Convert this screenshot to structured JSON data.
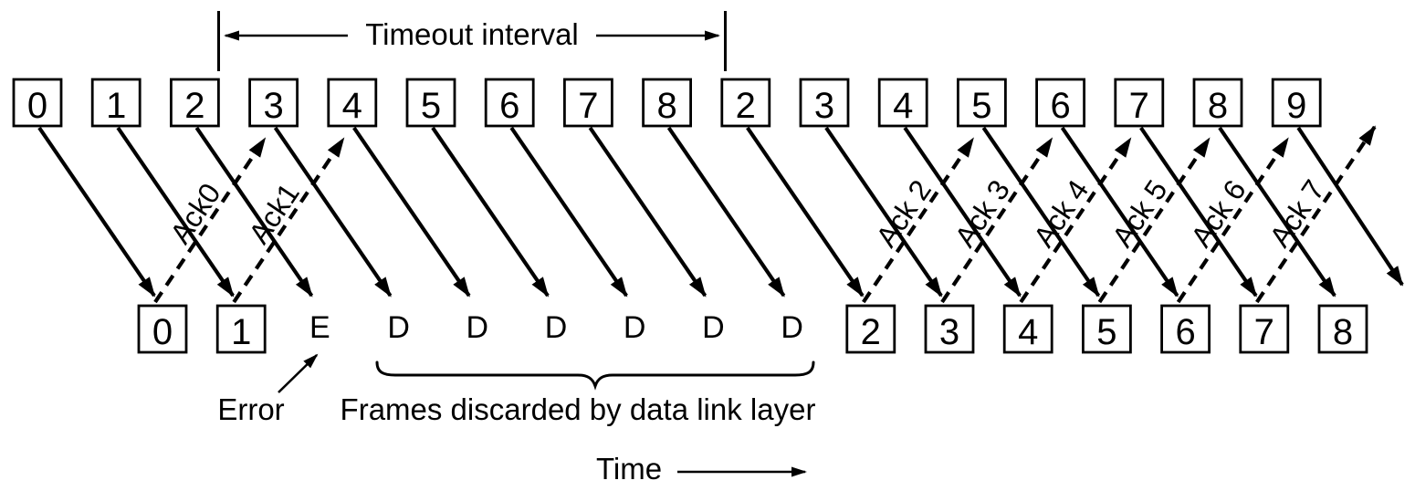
{
  "colors": {
    "ink": "#000000",
    "paper": "#ffffff"
  },
  "timeout": {
    "label": "Timeout interval"
  },
  "sender_frames": [
    {
      "label": "0"
    },
    {
      "label": "1"
    },
    {
      "label": "2"
    },
    {
      "label": "3"
    },
    {
      "label": "4"
    },
    {
      "label": "5"
    },
    {
      "label": "6"
    },
    {
      "label": "7"
    },
    {
      "label": "8"
    },
    {
      "label": "2"
    },
    {
      "label": "3"
    },
    {
      "label": "4"
    },
    {
      "label": "5"
    },
    {
      "label": "6"
    },
    {
      "label": "7"
    },
    {
      "label": "8"
    },
    {
      "label": "9"
    }
  ],
  "receiver_items": [
    {
      "label": "0",
      "kind": "box"
    },
    {
      "label": "1",
      "kind": "box"
    },
    {
      "label": "E",
      "kind": "letter"
    },
    {
      "label": "D",
      "kind": "letter"
    },
    {
      "label": "D",
      "kind": "letter"
    },
    {
      "label": "D",
      "kind": "letter"
    },
    {
      "label": "D",
      "kind": "letter"
    },
    {
      "label": "D",
      "kind": "letter"
    },
    {
      "label": "D",
      "kind": "letter"
    },
    {
      "label": "2",
      "kind": "box"
    },
    {
      "label": "3",
      "kind": "box"
    },
    {
      "label": "4",
      "kind": "box"
    },
    {
      "label": "5",
      "kind": "box"
    },
    {
      "label": "6",
      "kind": "box"
    },
    {
      "label": "7",
      "kind": "box"
    },
    {
      "label": "8",
      "kind": "box"
    }
  ],
  "data_arrows": [
    {
      "from": 0,
      "to": 0
    },
    {
      "from": 1,
      "to": 1
    },
    {
      "from": 2,
      "to": 2
    },
    {
      "from": 3,
      "to": 3
    },
    {
      "from": 4,
      "to": 4
    },
    {
      "from": 5,
      "to": 5
    },
    {
      "from": 6,
      "to": 6
    },
    {
      "from": 7,
      "to": 7
    },
    {
      "from": 8,
      "to": 8
    },
    {
      "from": 9,
      "to": 9
    },
    {
      "from": 10,
      "to": 10
    },
    {
      "from": 11,
      "to": 11
    },
    {
      "from": 12,
      "to": 12
    },
    {
      "from": 13,
      "to": 13
    },
    {
      "from": 14,
      "to": 14
    },
    {
      "from": 15,
      "to": 15
    },
    {
      "from": 16,
      "to": -1
    }
  ],
  "ack_arrows": [
    {
      "from": 0,
      "label": "Ack0",
      "overshoot": false
    },
    {
      "from": 1,
      "label": "Ack1",
      "overshoot": false
    },
    {
      "from": 9,
      "label": "Ack 2",
      "overshoot": false
    },
    {
      "from": 10,
      "label": "Ack 3",
      "overshoot": false
    },
    {
      "from": 11,
      "label": "Ack 4",
      "overshoot": false
    },
    {
      "from": 12,
      "label": "Ack 5",
      "overshoot": false
    },
    {
      "from": 13,
      "label": "Ack 6",
      "overshoot": false
    },
    {
      "from": 14,
      "label": "Ack 7",
      "overshoot": true
    }
  ],
  "annotations": {
    "error": "Error",
    "discarded": "Frames discarded by data link layer",
    "time": "Time"
  }
}
